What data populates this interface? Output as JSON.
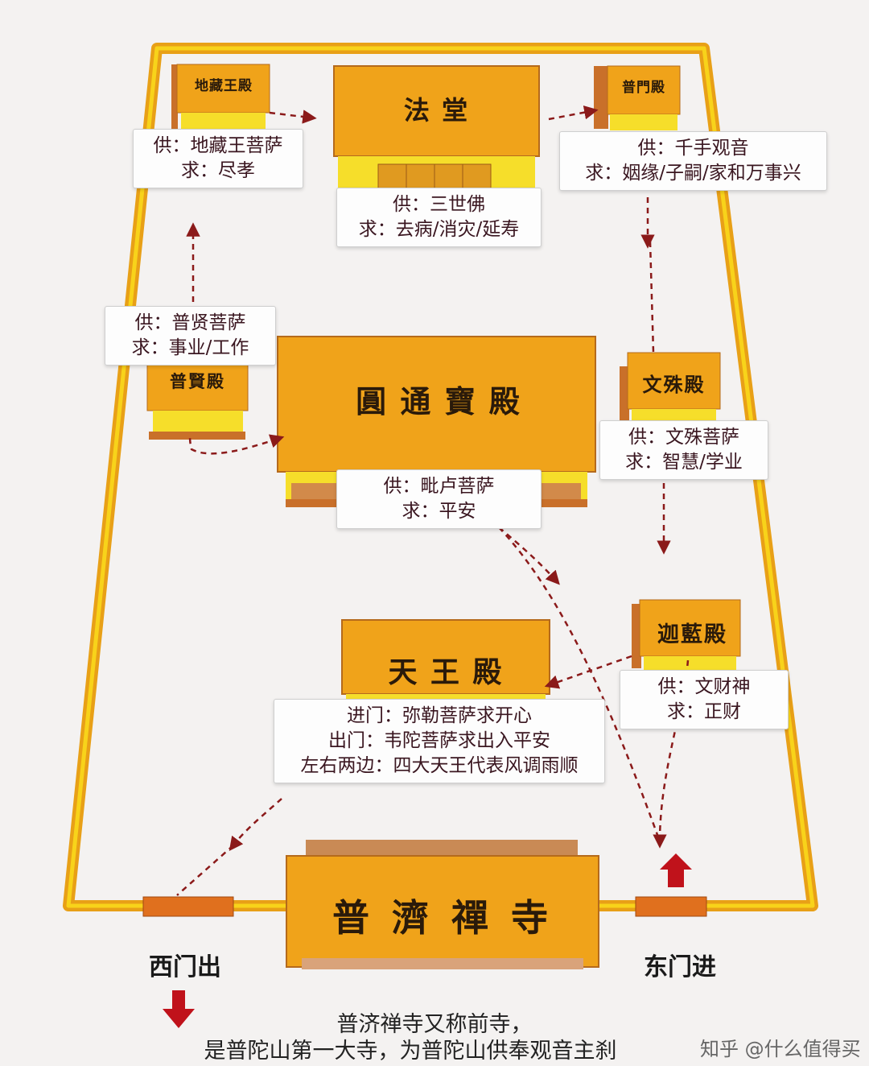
{
  "halls": {
    "fatang": "法 堂",
    "dizang": "地藏王殿",
    "pumen": "普門殿",
    "puxian": "普賢殿",
    "wenshu": "文殊殿",
    "yuantong": "圓 通 寶 殿",
    "qielan": "迦藍殿",
    "tianwang": "天 王 殿",
    "pujisi": "普 濟 禪 寺"
  },
  "notes": {
    "dizang": [
      "供：地藏王菩萨",
      "求：尽孝"
    ],
    "fatang": [
      "供：三世佛",
      "求：去病/消灾/延寿"
    ],
    "pumen": [
      "供：千手观音",
      "求：姻缘/子嗣/家和万事兴"
    ],
    "puxian": [
      "供：普贤菩萨",
      "求：事业/工作"
    ],
    "wenshu": [
      "供：文殊菩萨",
      "求：智慧/学业"
    ],
    "yuantong": [
      "供：毗卢菩萨",
      "求：平安"
    ],
    "qielan": [
      "供：文财神",
      "求：正财"
    ],
    "tianwang": [
      "进门：弥勒菩萨求开心",
      "出门：韦陀菩萨求出入平安",
      "左右两边：四大天王代表风调雨顺"
    ]
  },
  "gates": {
    "west": "西门出",
    "east": "东门进"
  },
  "caption": [
    "普济禅寺又称前寺，",
    "是普陀山第一大寺，为普陀山供奉观音主刹"
  ],
  "watermark": "知乎 @什么值得买",
  "colors": {
    "wall": "#f0a20f",
    "wall_top": "#f7d316",
    "hall": "#f0a31a",
    "hall_side": "#c9702a",
    "hall_base": "#f6de2a",
    "arrow": "#8b1a1a",
    "gate_arrow": "#c0121b"
  }
}
